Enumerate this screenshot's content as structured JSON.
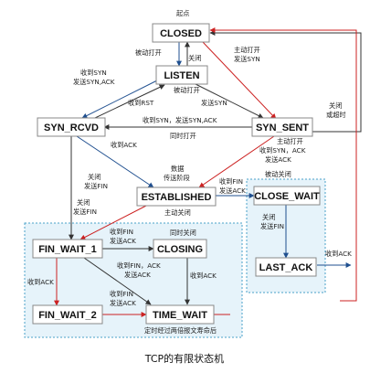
{
  "caption": "TCP的有限状态机",
  "colors": {
    "red": "#cc2222",
    "blue": "#1f4f8f",
    "black": "#333333",
    "region_fill": "#e6f3fa",
    "region_border": "#4aa0c8"
  },
  "states": {
    "closed": "CLOSED",
    "listen": "LISTEN",
    "syn_rcvd": "SYN_RCVD",
    "syn_sent": "SYN_SENT",
    "established": "ESTABLISHED",
    "close_wait": "CLOSE_WAIT",
    "last_ack": "LAST_ACK",
    "fin_wait_1": "FIN_WAIT_1",
    "closing": "CLOSING",
    "fin_wait_2": "FIN_WAIT_2",
    "time_wait": "TIME_WAIT"
  },
  "labels": {
    "start": "起点",
    "passive_open_1": "被动打开",
    "close_1": "关闭",
    "active_open_1": "主动打开",
    "send_syn_1": "发送SYN",
    "recv_syn": "收到SYN",
    "send_syn_ack": "发送SYN,ACK",
    "passive_open_2": "被动打开",
    "recv_rst": "收到RST",
    "send_syn_2": "发送SYN",
    "close_2": "关闭",
    "timeout": "或超时",
    "recv_syn_send_syn_ack": "收到SYN，发送SYN,ACK",
    "simultaneous_open": "同时打开",
    "recv_ack_1": "收到ACK",
    "active_open_2": "主动打开",
    "recv_syn_ack": "收到SYN，ACK",
    "send_ack_1": "发送ACK",
    "data": "数据",
    "transfer_phase": "传送阶段",
    "close_3": "关闭",
    "send_fin_1": "发送FIN",
    "close_4": "关闭",
    "send_fin_2": "发送FIN",
    "active_close": "主动关闭",
    "recv_fin_1": "收到FIN",
    "send_ack_2": "发送ACK",
    "passive_close": "被动关闭",
    "close_5": "关闭",
    "send_fin_3": "发送FIN",
    "recv_ack_2": "收到ACK",
    "simultaneous_close": "同时关闭",
    "recv_fin_2": "收到FIN",
    "send_ack_3": "发送ACK",
    "recv_fin_ack": "收到FIN，ACK",
    "send_ack_4": "发送ACK",
    "recv_ack_3": "收到ACK",
    "recv_ack_4": "收到ACK",
    "recv_fin_3": "收到FIN",
    "send_ack_5": "发送ACK",
    "msl_wait": "定时经过两倍报文寿命后"
  }
}
